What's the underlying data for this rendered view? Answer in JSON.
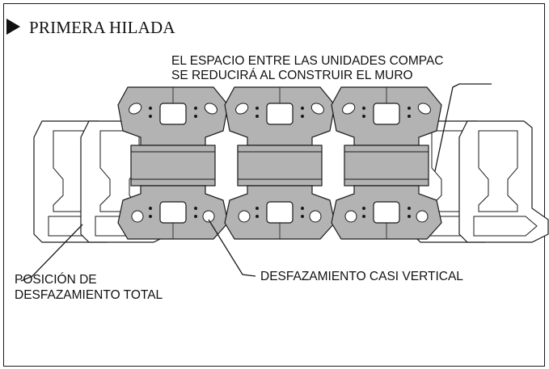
{
  "title": "PRIMERA HILADA",
  "callouts": {
    "top_line1": "EL ESPACIO ENTRE LAS UNIDADES COMPAC",
    "top_line2": "SE REDUCIRÁ AL CONSTRUIR EL MURO",
    "bottom_left_line1": "POSICIÓN DE",
    "bottom_left_line2": "DESFAZAMIENTO TOTAL",
    "bottom_right": "DESFAZAMIENTO CASI VERTICAL"
  },
  "colors": {
    "block_fill": "#b3b3b3",
    "outline": "#1a1a1a",
    "background": "#ffffff"
  },
  "icons": {
    "title_marker": "triangle-right-icon"
  }
}
